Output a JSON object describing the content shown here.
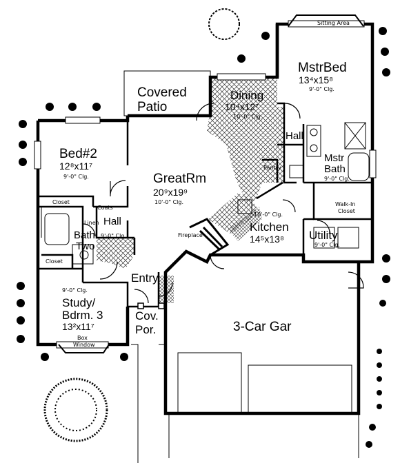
{
  "colors": {
    "wall": "#000000",
    "hatch": "#333333",
    "background": "#ffffff",
    "plant": "#000000"
  },
  "rooms": {
    "mstr_bed": {
      "name": "MstrBed",
      "dim": "13⁴x15⁸",
      "clg": "9'-0\" Clg."
    },
    "sitting": {
      "name": "Sitting Area"
    },
    "dining": {
      "name": "Dining",
      "dim": "10⁴x12⁷",
      "clg": "10'-0\" Clg."
    },
    "covered_patio": {
      "line1": "Covered",
      "line2": "Patio"
    },
    "hall_master": {
      "name": "Hall"
    },
    "pantry": {
      "name": "Pantry"
    },
    "mstr_bath": {
      "line1": "Mstr",
      "line2": "Bath",
      "clg": "9'-0\" Clg."
    },
    "walkin": {
      "line1": "Walk-In",
      "line2": "Closet"
    },
    "bed2": {
      "name": "Bed#2",
      "dim": "12⁸x11⁷",
      "clg": "9'-0\" Clg."
    },
    "great_room": {
      "name": "GreatRm",
      "dim": "20⁹x19⁹",
      "clg": "10'-0\" Clg."
    },
    "closet_bed2": {
      "name": "Closet"
    },
    "coats": {
      "name": "Coats"
    },
    "linen": {
      "name": "Linen"
    },
    "hall_center": {
      "name": "Hall"
    },
    "bath_two": {
      "line1": "Bath",
      "line2": "Two",
      "clg": "9'-0\" Clg."
    },
    "closet_study": {
      "name": "Closet"
    },
    "kitchen": {
      "name": "Kitchen",
      "dim": "14⁵x13⁸",
      "clg": "10'-0\" Clg."
    },
    "fireplace": {
      "name": "Fireplace"
    },
    "utility": {
      "name": "Utility",
      "clg": "9'-0\" Clg."
    },
    "entry": {
      "name": "Entry"
    },
    "study": {
      "line1": "Study/",
      "line2": "Bdrm. 3",
      "dim": "13²x11⁷",
      "clg": "9'-0\" Clg."
    },
    "box_window": {
      "line1": "Box",
      "line2": "Window"
    },
    "cov_porch": {
      "line1": "Cov.",
      "line2": "Por."
    },
    "garage": {
      "name": "3-Car Gar"
    }
  }
}
